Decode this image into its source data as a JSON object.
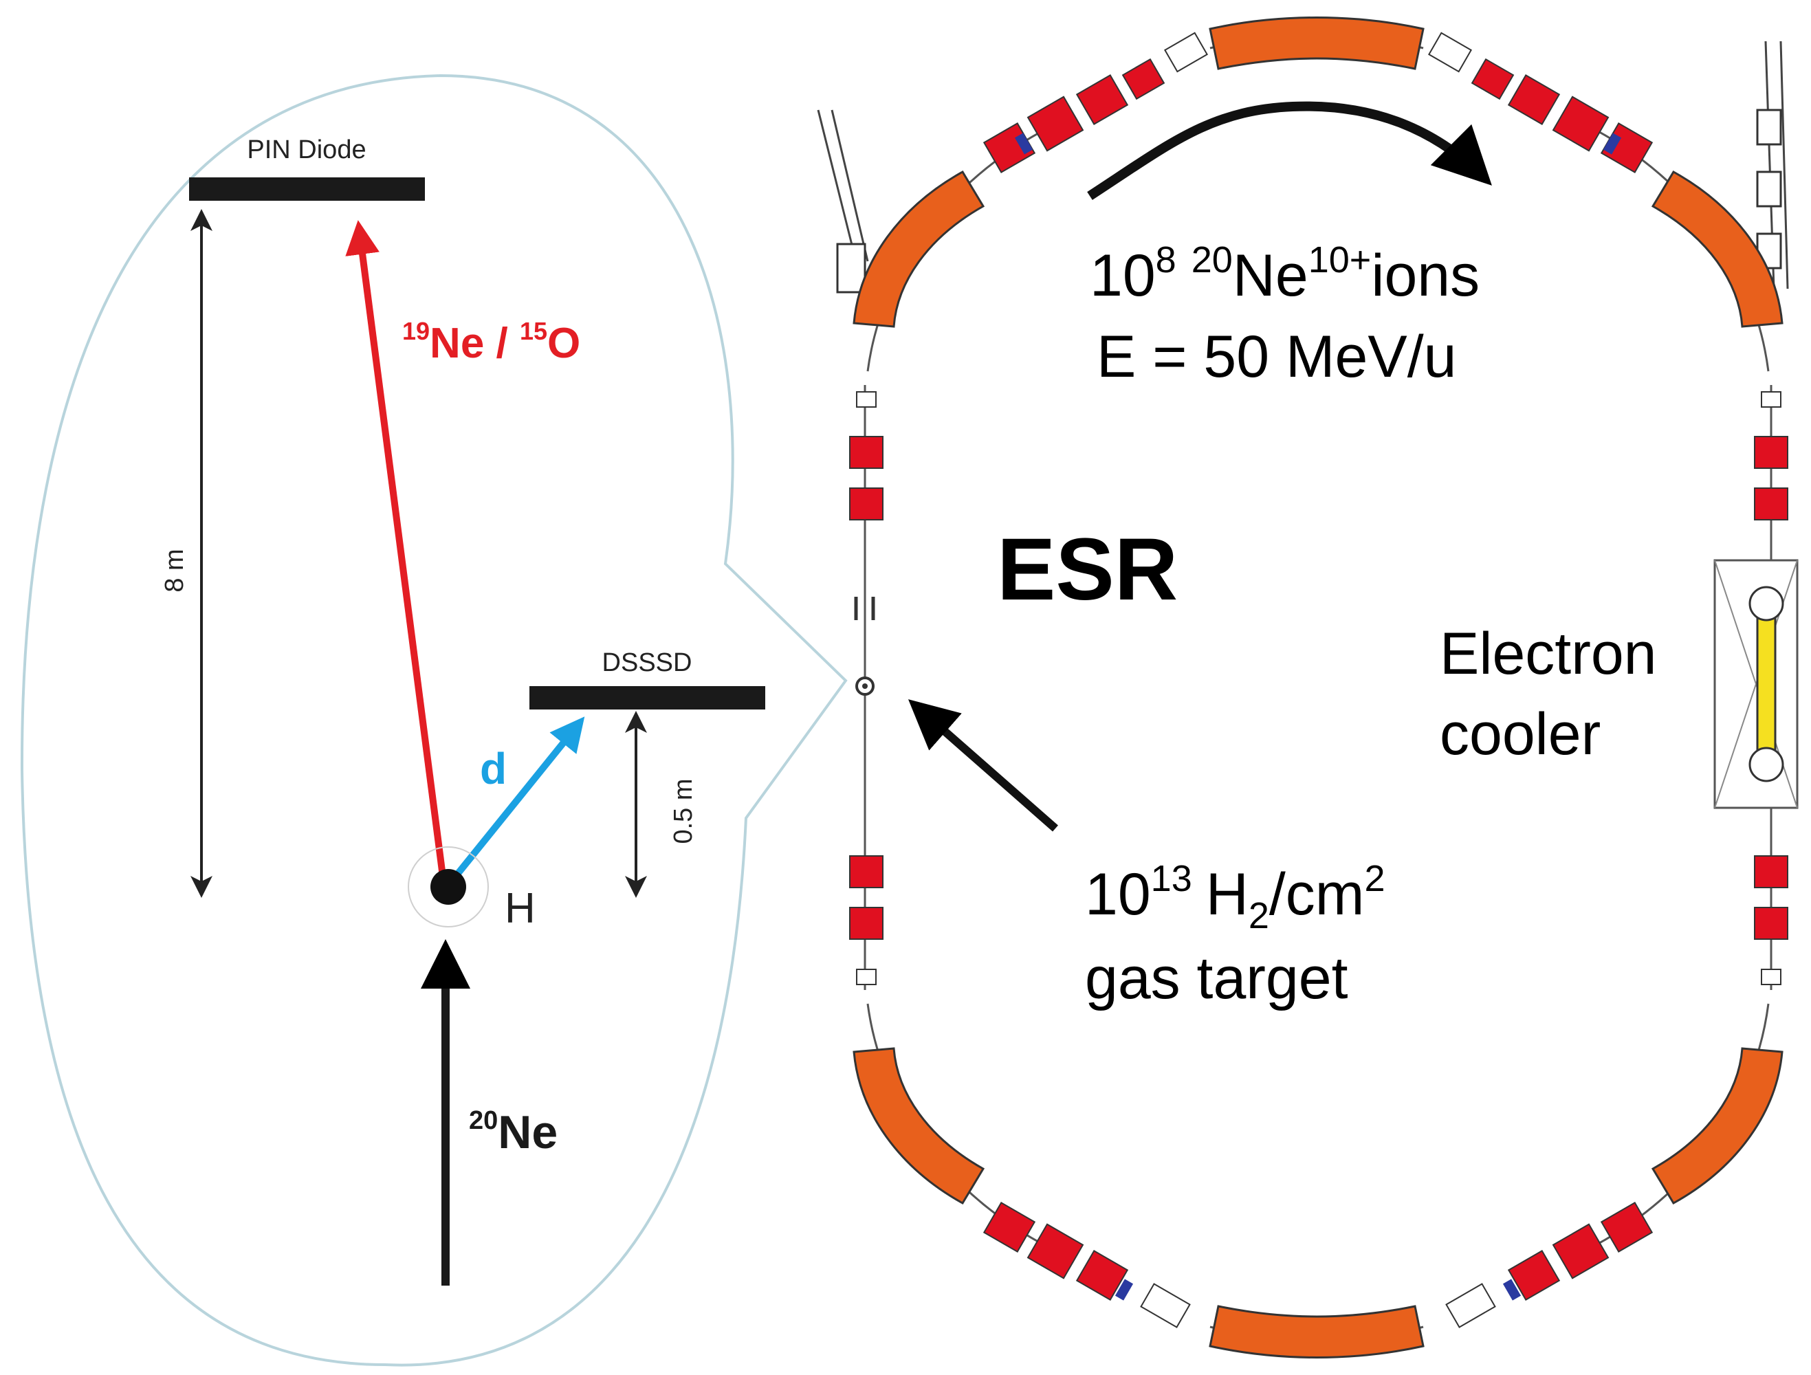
{
  "colors": {
    "beam_red": "#e31e24",
    "deuteron_blue": "#1ba1e2",
    "dipole_orange": "#e8601c",
    "magnet_red": "#e01020",
    "coil_blue": "#2a3aa0",
    "cooler_yellow": "#f5e020",
    "bubble_outline": "#b8d4dc",
    "ink": "#000000"
  },
  "setup": {
    "pin_diode": "PIN Diode",
    "dsssd": "DSSSD",
    "distance_pin": "8 m",
    "distance_dsssd": "0.5 m",
    "ejectile_heavy": {
      "mass_a": "19",
      "sym_a": "Ne",
      "sep": " / ",
      "mass_b": "15",
      "sym_b": "O"
    },
    "ejectile_light": "d",
    "target_atom": "H",
    "beam": {
      "mass": "20",
      "sym": "Ne"
    }
  },
  "ring": {
    "name": "ESR",
    "beam_line1": {
      "base": "10",
      "exp": "8",
      "mass": "20",
      "sym": "Ne",
      "charge": "10+",
      "rest": "ions"
    },
    "beam_line2": "E = 50 MeV/u",
    "cooler_line1": "Electron",
    "cooler_line2": "cooler",
    "target_line1": {
      "base": "10",
      "exp": "13",
      "mol": "H",
      "sub": "2",
      "unit": "/cm",
      "pow": "2"
    },
    "target_line2": "gas target"
  },
  "icons": {
    "direction": "curved-arrow-icon",
    "pointer": "target-pointer-arrow-icon"
  }
}
